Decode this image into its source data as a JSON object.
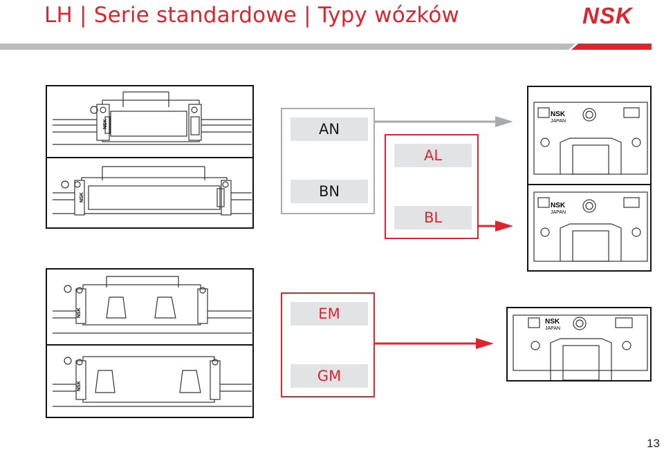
{
  "header": {
    "title": "LH | Serie standardowe | Typy wózków",
    "logo": "NSK"
  },
  "groups": {
    "an_bn": {
      "labels": [
        "AN",
        "BN"
      ],
      "border_color": "#a8aaad",
      "text_color": "#1a1a1a"
    },
    "al_bl": {
      "labels": [
        "AL",
        "BL"
      ],
      "border_color": "#e0242e",
      "text_color": "#e0242e"
    },
    "em_gm": {
      "labels": [
        "EM",
        "GM"
      ],
      "border_color": "#e0242e",
      "text_color": "#e0242e"
    }
  },
  "drawing_text": {
    "brand": "NSK",
    "origin": "JAPAN"
  },
  "colors": {
    "accent": "#e0242e",
    "gray": "#a8aaad",
    "header_bar": "#b9bbbe"
  },
  "page_number": "13"
}
